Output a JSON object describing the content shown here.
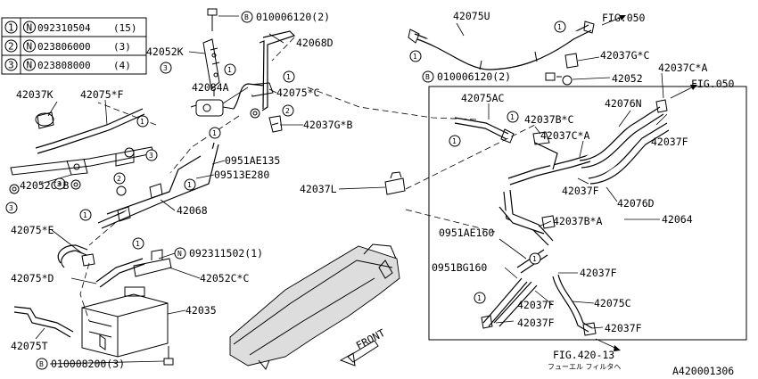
{
  "legend": [
    {
      "num": "1",
      "prefix": "N",
      "part": "092310504",
      "qty": "(15)"
    },
    {
      "num": "2",
      "prefix": "N",
      "part": "023806000",
      "qty": "(3)"
    },
    {
      "num": "3",
      "prefix": "N",
      "part": "023808000",
      "qty": "(4)"
    }
  ],
  "callouts": {
    "p010006120_top": {
      "prefix": "B",
      "text": "010006120(2)"
    },
    "p010006120_mid": {
      "prefix": "B",
      "text": "010006120(2)"
    },
    "p010008200": {
      "prefix": "B",
      "text": "010008200(3)"
    },
    "p092311502": {
      "prefix": "N",
      "text": "092311502(1)"
    }
  },
  "labels": {
    "p42068D": "42068D",
    "p42075U": "42075U",
    "fig050_top": "FIG.050",
    "p42052K": "42052K",
    "p42037GC": "42037G*C",
    "p42052": "42052",
    "p42037CA_r": "42037C*A",
    "fig050_r": "FIG.050",
    "p42084A": "42084A",
    "p42075C_t": "42075*C",
    "p42037K": "42037K",
    "p42075F": "42075*F",
    "p42075AC": "42075AC",
    "p42037BC": "42037B*C",
    "p42076N": "42076N",
    "p42037GB": "42037G*B",
    "p42037CA_m": "42037C*A",
    "p42037F_r": "42037F",
    "p0951AE135": "0951AE135",
    "p09513E280": "09513E280",
    "p42052CB": "42052C*B",
    "p42037L": "42037L",
    "p42037F_m": "42037F",
    "p42076D": "42076D",
    "p42068": "42068",
    "p42064": "42064",
    "p42037BA": "42037B*A",
    "p42075E": "42075*E",
    "p0951AE160": "0951AE160",
    "p42052CC": "42052C*C",
    "p42075D": "42075*D",
    "p0951BG160": "0951BG160",
    "p42037F_l1": "42037F",
    "p42075C": "42075C",
    "p42035": "42035",
    "p42037F_l2": "42037F",
    "p42037F_l3": "42037F",
    "p42037F_l4": "42037F",
    "p42075T": "42075T",
    "front": "FRONT",
    "fig420": "FIG.420-13",
    "jp_note": "フューエル フィルタへ",
    "diagram_id": "A420001306"
  }
}
